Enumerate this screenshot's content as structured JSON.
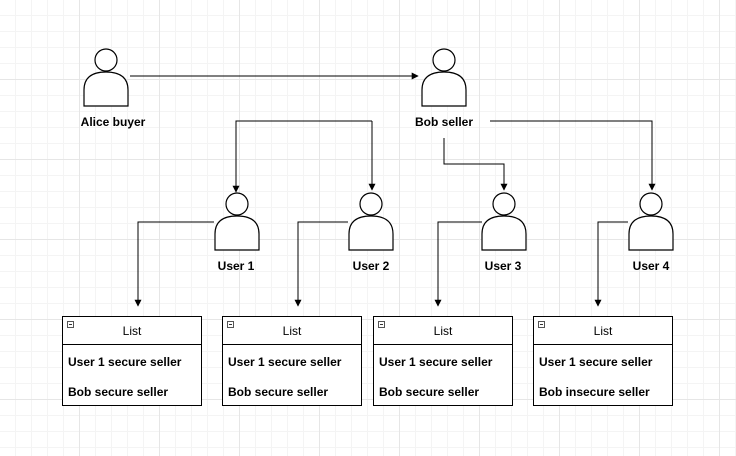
{
  "actors": [
    {
      "id": "alice",
      "label": "Alice buyer"
    },
    {
      "id": "bob",
      "label": "Bob seller"
    },
    {
      "id": "user1",
      "label": "User 1"
    },
    {
      "id": "user2",
      "label": "User 2"
    },
    {
      "id": "user3",
      "label": "User 3"
    },
    {
      "id": "user4",
      "label": "User 4"
    }
  ],
  "lists": [
    {
      "title": "List",
      "items": [
        "User 1 secure seller",
        "Bob secure seller"
      ]
    },
    {
      "title": "List",
      "items": [
        "User 1 secure seller",
        "Bob secure seller"
      ]
    },
    {
      "title": "List",
      "items": [
        "User 1 secure seller",
        "Bob secure seller"
      ]
    },
    {
      "title": "List",
      "items": [
        "User 1 secure seller",
        "Bob insecure seller"
      ]
    }
  ],
  "icons": {
    "actor": "person-icon",
    "collapse": "collapse-icon"
  },
  "colors": {
    "stroke": "#000000",
    "fill": "#ffffff",
    "grid": "#e6e6e6"
  }
}
